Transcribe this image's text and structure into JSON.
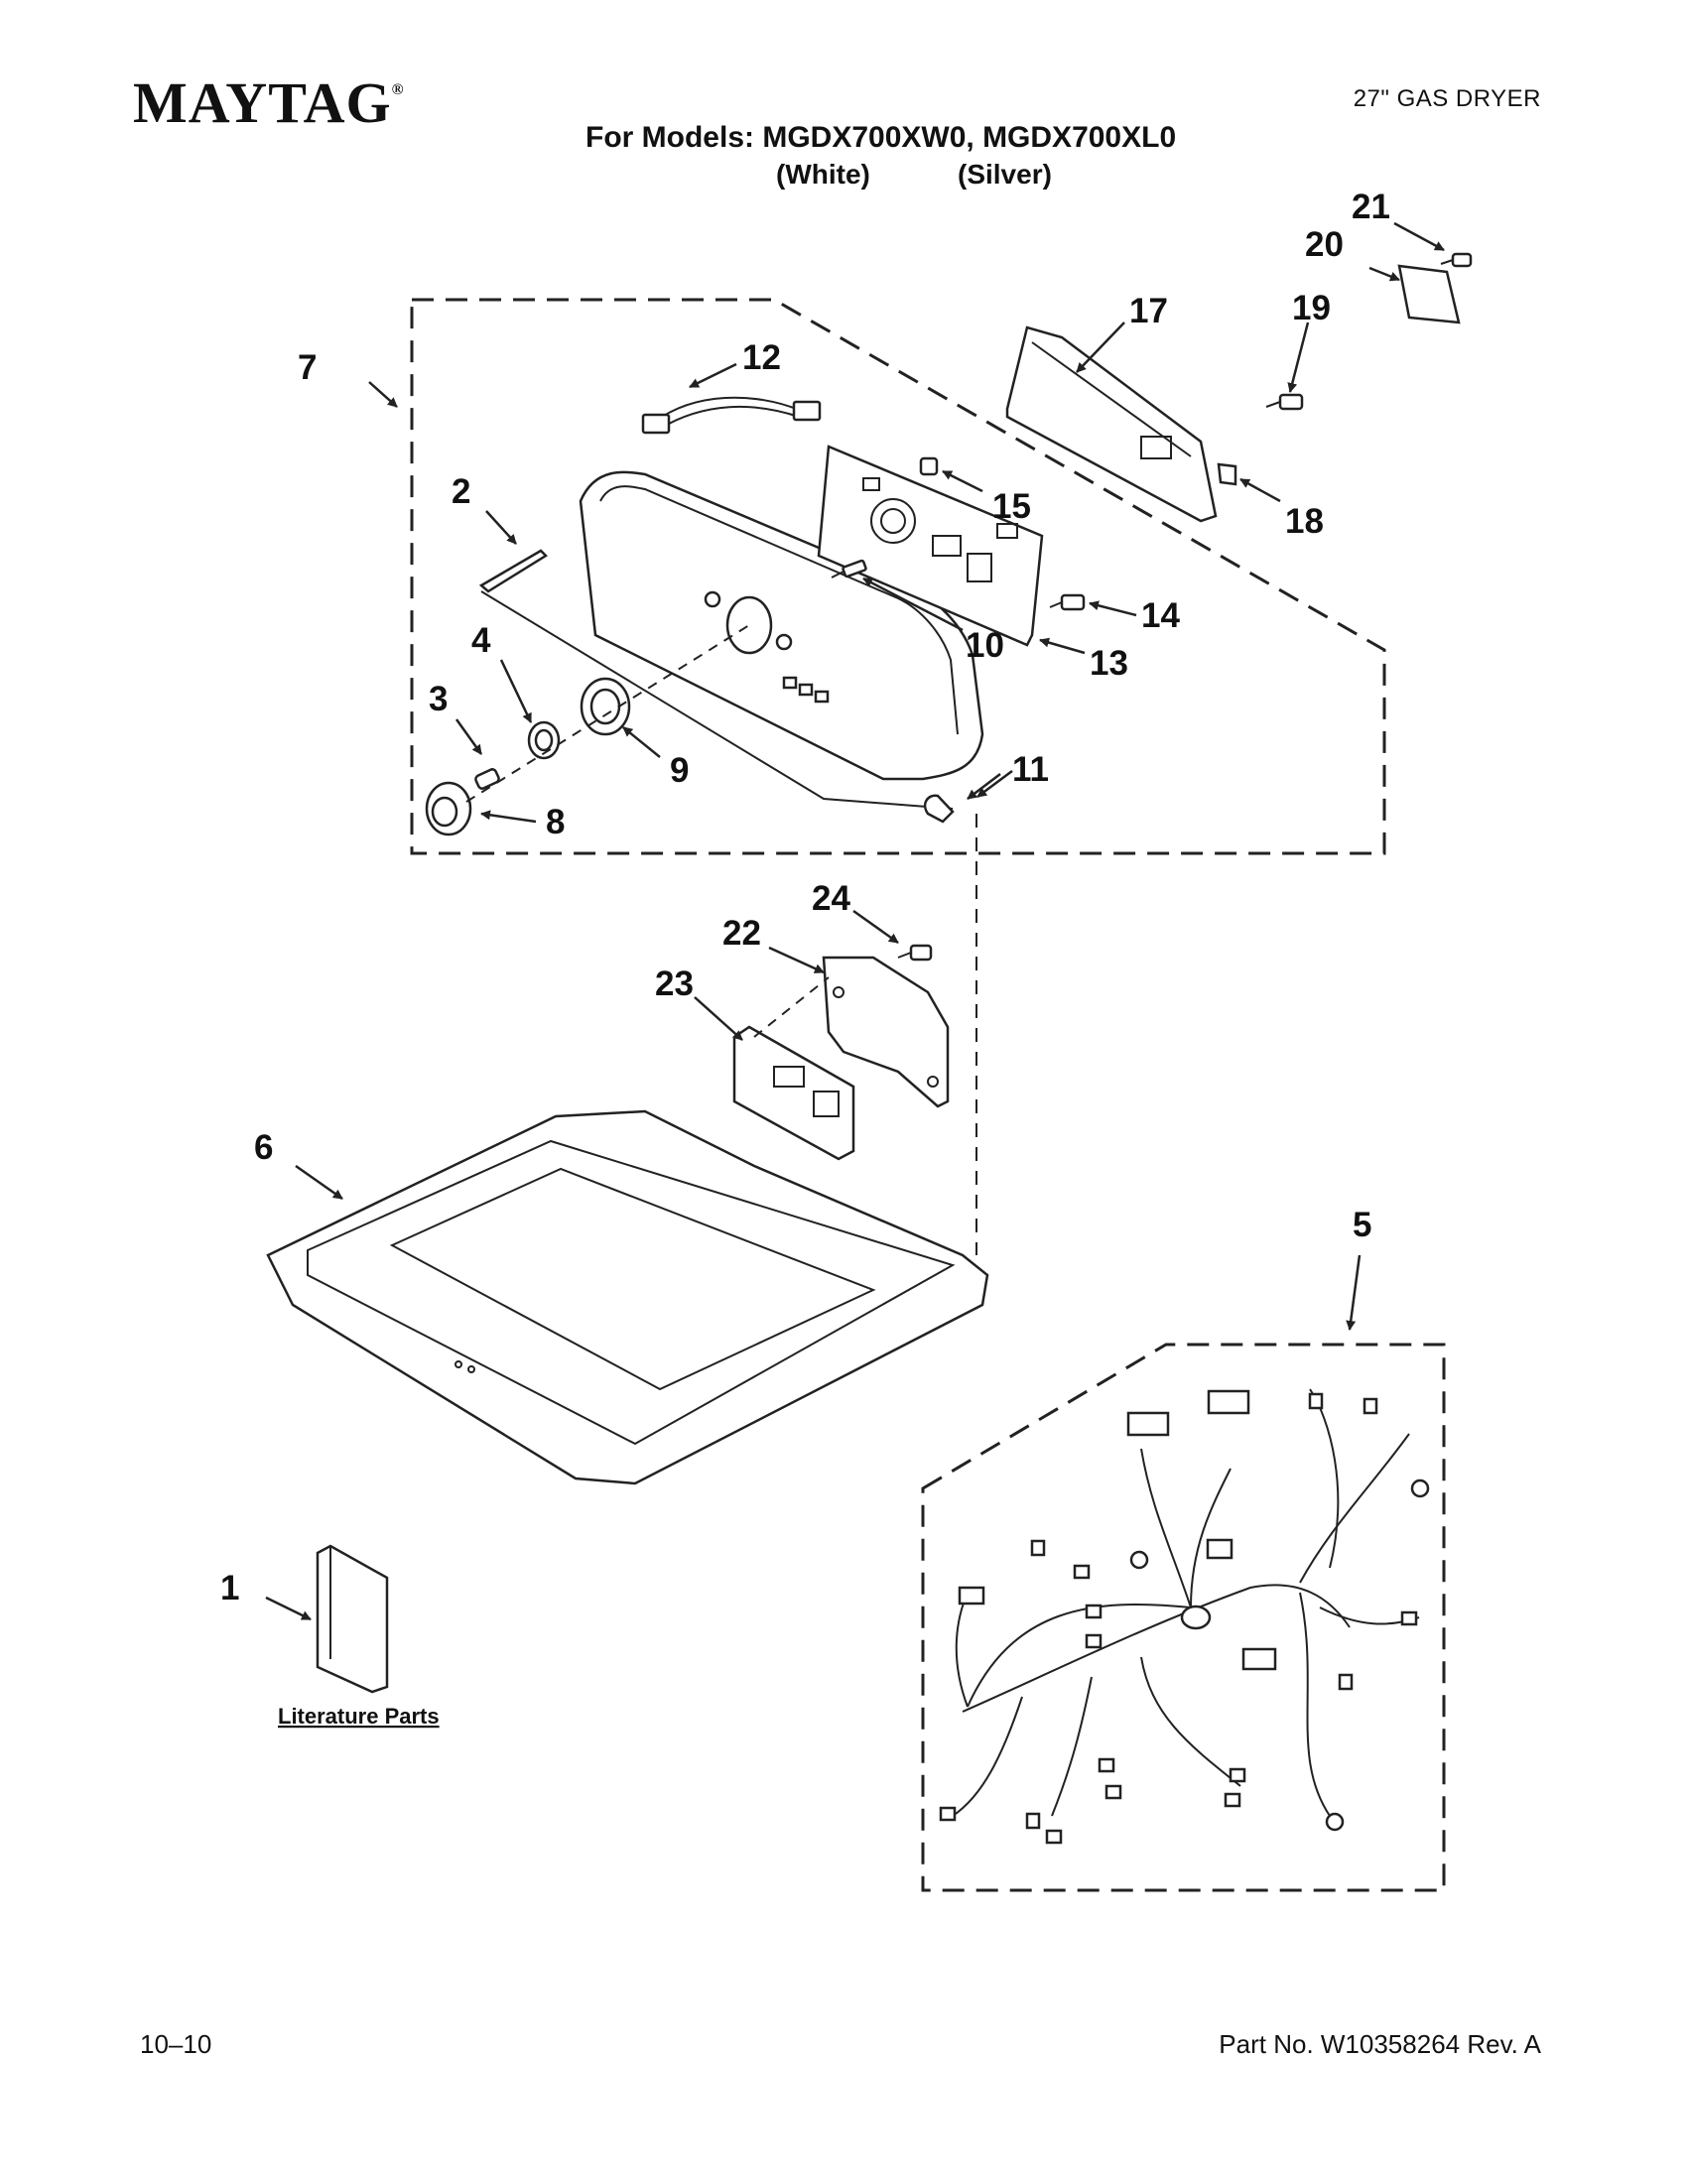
{
  "header": {
    "brand": "MAYTAG",
    "brand_mark": "®",
    "product": "27\" GAS DRYER",
    "models_line": "For Models: MGDX700XW0, MGDX700XL0",
    "variant_white": "(White)",
    "variant_silver": "(Silver)"
  },
  "diagram": {
    "callouts": {
      "c1": "1",
      "c2": "2",
      "c3": "3",
      "c4": "4",
      "c5": "5",
      "c6": "6",
      "c7": "7",
      "c8": "8",
      "c9": "9",
      "c10": "10",
      "c11": "11",
      "c12": "12",
      "c13": "13",
      "c14": "14",
      "c15": "15",
      "c17": "17",
      "c18": "18",
      "c19": "19",
      "c20": "20",
      "c21": "21",
      "c22": "22",
      "c23": "23",
      "c24": "24"
    },
    "literature_label": "Literature Parts"
  },
  "footer": {
    "date": "10–10",
    "part_number": "Part No. W10358264 Rev. A"
  }
}
